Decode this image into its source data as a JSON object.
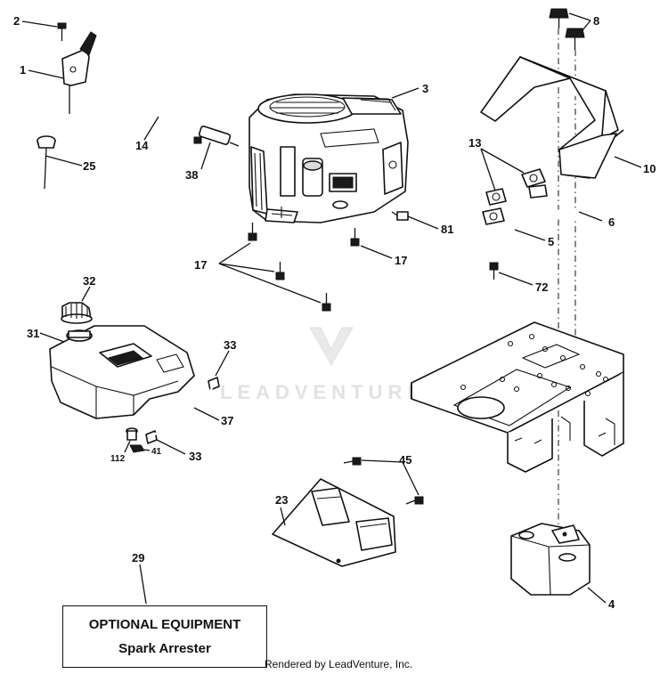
{
  "callouts": {
    "c1": "1",
    "c2": "2",
    "c3": "3",
    "c4": "4",
    "c5": "5",
    "c6": "6",
    "c8": "8",
    "c10": "10",
    "c13": "13",
    "c14": "14",
    "c17a": "17",
    "c17b": "17",
    "c23": "23",
    "c25": "25",
    "c29": "29",
    "c31": "31",
    "c32": "32",
    "c33a": "33",
    "c33b": "33",
    "c37": "37",
    "c38": "38",
    "c41": "41",
    "c45": "45",
    "c72": "72",
    "c81": "81",
    "c112": "112"
  },
  "optional_box": {
    "line1": "OPTIONAL EQUIPMENT",
    "line2": "Spark Arrester"
  },
  "watermark": "LEADVENTURE",
  "footer": "Rendered by LeadVenture, Inc."
}
